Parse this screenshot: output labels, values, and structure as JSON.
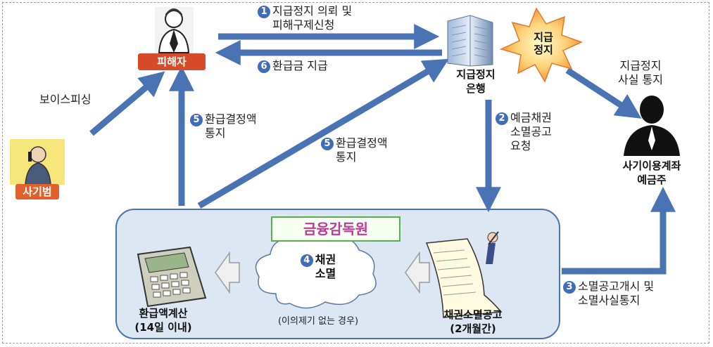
{
  "nodes": {
    "victim": "피해자",
    "criminal": "사기범",
    "bank": "지급정지\n은행",
    "stop_burst": "지급\n정지",
    "account_owner": "사기이용계좌\n예금주",
    "fss": "금융감독원",
    "notice": "채권소멸공고\n(2개월간)",
    "extinction_num": "4",
    "extinction": "채권\n소멸",
    "calc": "환급액계산\n(14일 이내)"
  },
  "labels": {
    "voice_phishing": "보이스피싱",
    "step1_num": "1",
    "step1": "지급정지 의뢰 및\n피해구제신청",
    "step6_num": "6",
    "step6": "환급금 지급",
    "fact_notice": "지급정지\n사실 통지",
    "step2_num": "2",
    "step2": "예금채권\n소멸공고\n요청",
    "step5a_num": "5",
    "step5a": "환급결정액\n통지",
    "step5b_num": "5",
    "step5b": "환급결정액\n통지",
    "step3_num": "3",
    "step3": "소멸공고개시 및\n소멸사실통지",
    "no_objection": "(이의제기 없는 경우)"
  },
  "colors": {
    "arrow": "#4a73b3",
    "tag_red": "#d74a2a",
    "fss_box": "#dde6f3",
    "fss_text": "#c03a95"
  }
}
